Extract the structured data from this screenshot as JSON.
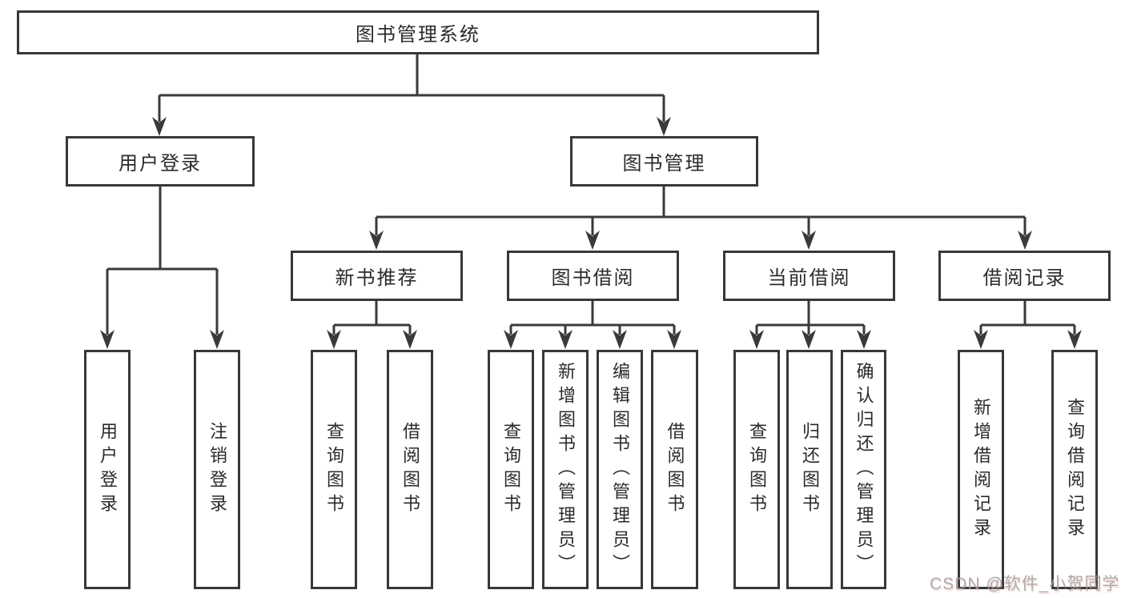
{
  "diagram": {
    "title": "图书管理系统",
    "root": {
      "label": "图书管理系统"
    },
    "level2": [
      {
        "label": "用户登录"
      },
      {
        "label": "图书管理"
      }
    ],
    "level3": [
      {
        "label": "新书推荐"
      },
      {
        "label": "图书借阅"
      },
      {
        "label": "当前借阅"
      },
      {
        "label": "借阅记录"
      }
    ],
    "leaves": [
      {
        "label": "用户登录",
        "parent": "用户登录"
      },
      {
        "label": "注销登录",
        "parent": "用户登录"
      },
      {
        "label": "查询图书",
        "parent": "新书推荐"
      },
      {
        "label": "借阅图书",
        "parent": "新书推荐"
      },
      {
        "label": "查询图书",
        "parent": "图书借阅"
      },
      {
        "label": "新增图书（管理员）",
        "parent": "图书借阅"
      },
      {
        "label": "编辑图书（管理员）",
        "parent": "图书借阅"
      },
      {
        "label": "借阅图书",
        "parent": "图书借阅"
      },
      {
        "label": "查询图书",
        "parent": "当前借阅"
      },
      {
        "label": "归还图书",
        "parent": "当前借阅"
      },
      {
        "label": "确认归还（管理员）",
        "parent": "当前借阅"
      },
      {
        "label": "新增借阅记录",
        "parent": "借阅记录"
      },
      {
        "label": "查询借阅记录",
        "parent": "借阅记录"
      }
    ]
  },
  "watermark": {
    "text": "CSDN @软件_小贺同学"
  },
  "colors": {
    "line": "#3a3a3a",
    "text": "#2b2b2b",
    "border": "#383838",
    "wm": "#9d9d9d"
  }
}
